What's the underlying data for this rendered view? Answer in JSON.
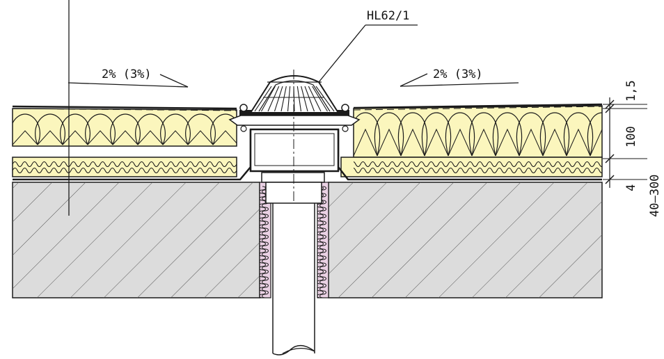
{
  "labels": {
    "product": "HL62/1",
    "slope_left": "2% (3%)",
    "slope_right": "2% (3%)"
  },
  "dimensions": {
    "membrane": "1,5",
    "insulation_top": "100",
    "insulation_bottom": "4",
    "slab": "40–300"
  },
  "colors": {
    "insulation": "#fbf6bd",
    "concrete": "#dcdcdc",
    "sleeve": "#ead1e4",
    "outline": "#1a1a1a"
  }
}
